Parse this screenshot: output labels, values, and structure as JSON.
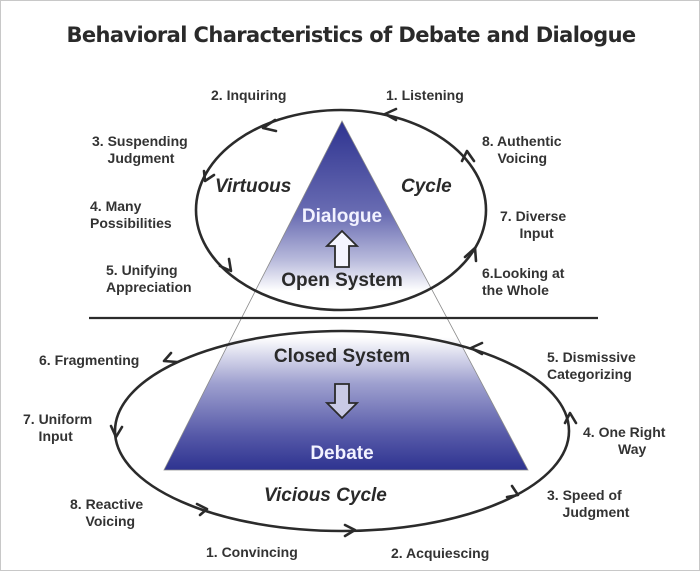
{
  "title": "Behavioral Characteristics of Debate and Dialogue",
  "colors": {
    "triangle_dark": "#2e3390",
    "triangle_light": "#ffffff",
    "stroke": "#2b2b2b",
    "text": "#333333"
  },
  "upper": {
    "system_label": "Open System",
    "mode_label": "Dialogue",
    "cycle_left": "Virtuous",
    "cycle_right": "Cycle",
    "arrow_direction": "up",
    "flow": "counter-clockwise",
    "behaviors": [
      {
        "num": "1.",
        "text": "Listening"
      },
      {
        "num": "2.",
        "text": "Inquiring"
      },
      {
        "num": "3.",
        "text": "Suspending\nJudgment"
      },
      {
        "num": "4.",
        "text": "Many\nPossibilities"
      },
      {
        "num": "5.",
        "text": "Unifying\nAppreciation"
      },
      {
        "num": "6.",
        "text": "Looking at\nthe Whole"
      },
      {
        "num": "7.",
        "text": "Diverse\nInput"
      },
      {
        "num": "8.",
        "text": "Authentic\nVoicing"
      }
    ],
    "labels": {
      "b1": "1. Listening",
      "b2": "2. Inquiring",
      "b3": "3. Suspending\n    Judgment",
      "b4": "4. Many\nPossibilities",
      "b5": "5. Unifying\nAppreciation",
      "b6": "6.Looking at\nthe Whole",
      "b7": "7. Diverse\n     Input",
      "b8": "8. Authentic\n    Voicing"
    }
  },
  "lower": {
    "system_label": "Closed System",
    "mode_label": "Debate",
    "cycle_label": "Vicious Cycle",
    "arrow_direction": "down",
    "flow": "clockwise",
    "labels": {
      "b1": "1. Convincing",
      "b2": "2. Acquiescing",
      "b3": "3. Speed of\n    Judgment",
      "b4": "4. One Right\n         Way",
      "b5": "5. Dismissive\nCategorizing",
      "b6": "6. Fragmenting",
      "b7": "7. Uniform\n    Input",
      "b8": "8. Reactive\n    Voicing"
    }
  }
}
